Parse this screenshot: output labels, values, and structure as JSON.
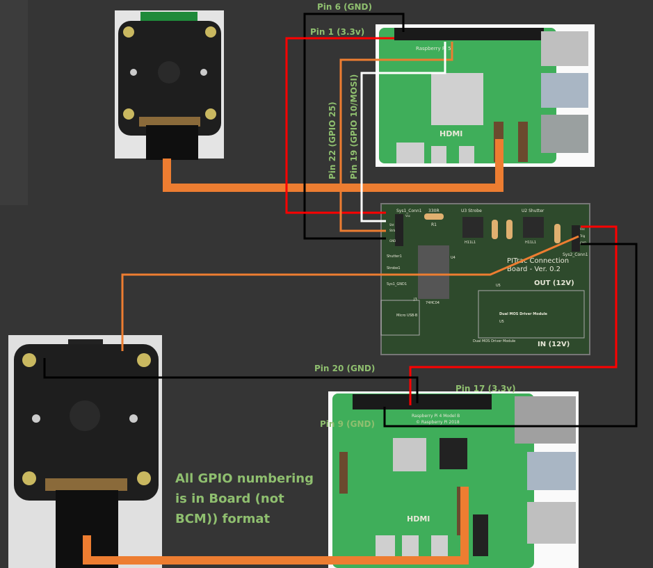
{
  "labels": {
    "pin6": "Pin 6 (GND)",
    "pin1": "Pin 1 (3.3v)",
    "pin22": "Pin 22 (GPIO 25)",
    "pin19": "Pin 19 (GPIO 10/MOSI)",
    "pin20": "Pin 20 (GND)",
    "pin17": "Pin 17 (3.3v)",
    "pin9": "Pin 9 (GND)"
  },
  "board": {
    "title_line1": "PITrac Connection",
    "title_line2": "Board - Ver. 0.2",
    "out": "OUT (12V)",
    "in": "IN (12V)",
    "sys1_conn": "Sys1_Conn1",
    "sys2_conn": "Sys2_Conn1",
    "u3": "U3 Strobe",
    "u2": "U2 Shutter",
    "r1_value": "330R",
    "r1": "R1",
    "u4": "U4",
    "u4_part": "74HC04",
    "u5": "U5",
    "driver": "Dual MOS Driver Module",
    "shutter1": "Shutter1",
    "strobe1": "Strobe1",
    "sys1_gnd": "Sys1_GND1",
    "j3": "J3",
    "usb": "Micro USB-B",
    "pins": [
      "Vcc",
      "Sht",
      "Strb",
      "GND"
    ],
    "pins2": [
      "Vcc",
      "Trig",
      "GND"
    ],
    "h11": "H11L1"
  },
  "pi5": {
    "model": "Raspberry Pi 5",
    "hdmi": "HDMI"
  },
  "pi4": {
    "model": "Raspberry Pi 4 Model B",
    "copyright": "© Raspberry Pi 2018",
    "hdmi": "HDMI"
  },
  "note": "All GPIO numbering is in Board (not BCM)) format",
  "colors": {
    "red": "#ff0000",
    "black": "#000000",
    "white": "#ffffff",
    "orange": "#ed7d31",
    "label": "#8fbf6f",
    "pcb": "#2e4a2c"
  }
}
